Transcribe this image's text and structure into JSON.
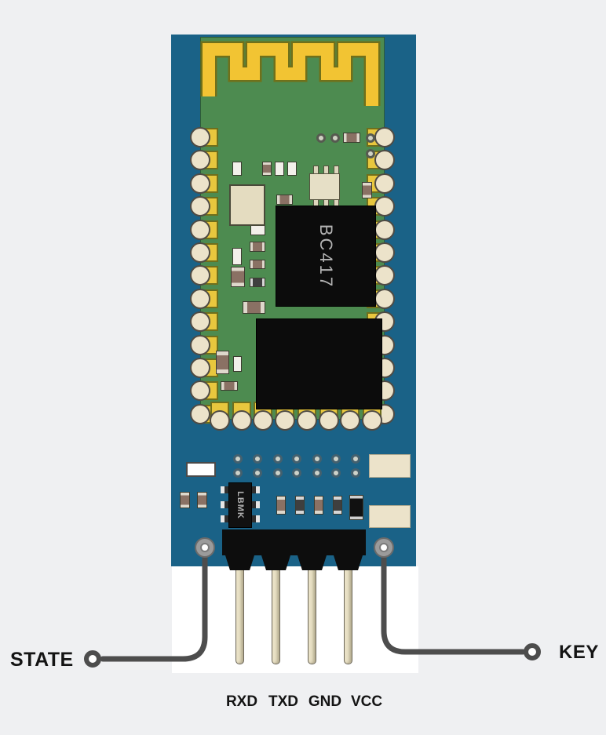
{
  "diagram": {
    "title": "bluetooth-module-pinout",
    "chip_label": "BC417",
    "regulator_label": "LBMK",
    "wire_labels": {
      "left": "STATE",
      "right": "KEY"
    },
    "pin_labels": [
      "RXD",
      "TXD",
      "GND",
      "VCC"
    ],
    "colors": {
      "background": "#eff0f2",
      "board_blue": "#1a6287",
      "module_green": "#4d8b50",
      "antenna_gold": "#f2c433",
      "pad_cream": "#ece3ca",
      "pad_yellow": "#e8c73e",
      "chip_black": "#0c0c0c",
      "wire_gray": "#4d4d4d",
      "text_black": "#141414"
    }
  }
}
